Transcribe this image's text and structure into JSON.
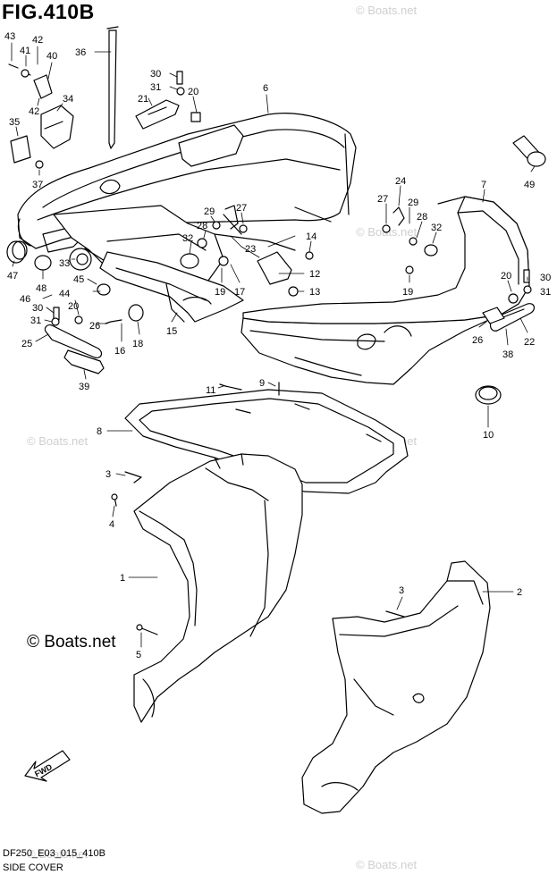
{
  "figure": {
    "title": "FIG.410B",
    "code": "DF250_E03_015_410B",
    "subtitle": "SIDE COVER"
  },
  "watermark": {
    "text": "© Boats.net",
    "main_text": "© Boats.net"
  },
  "fwd_label": "FWD",
  "callouts": [
    {
      "id": "c43",
      "label": "43"
    },
    {
      "id": "c42a",
      "label": "42"
    },
    {
      "id": "c41",
      "label": "41"
    },
    {
      "id": "c40",
      "label": "40"
    },
    {
      "id": "c36",
      "label": "36"
    },
    {
      "id": "c42b",
      "label": "42"
    },
    {
      "id": "c34",
      "label": "34"
    },
    {
      "id": "c35",
      "label": "35"
    },
    {
      "id": "c37",
      "label": "37"
    },
    {
      "id": "c30a",
      "label": "30"
    },
    {
      "id": "c31a",
      "label": "31"
    },
    {
      "id": "c20a",
      "label": "20"
    },
    {
      "id": "c21",
      "label": "21"
    },
    {
      "id": "c6",
      "label": "6"
    },
    {
      "id": "c49",
      "label": "49"
    },
    {
      "id": "c24",
      "label": "24"
    },
    {
      "id": "c7",
      "label": "7"
    },
    {
      "id": "c27a",
      "label": "27"
    },
    {
      "id": "c29a",
      "label": "29"
    },
    {
      "id": "c28a",
      "label": "28"
    },
    {
      "id": "c32a",
      "label": "32"
    },
    {
      "id": "c29b",
      "label": "29"
    },
    {
      "id": "c27b",
      "label": "27"
    },
    {
      "id": "c28b",
      "label": "28"
    },
    {
      "id": "c32b",
      "label": "32"
    },
    {
      "id": "c23",
      "label": "23"
    },
    {
      "id": "c14",
      "label": "14"
    },
    {
      "id": "c12",
      "label": "12"
    },
    {
      "id": "c13",
      "label": "13"
    },
    {
      "id": "c19a",
      "label": "19"
    },
    {
      "id": "c17",
      "label": "17"
    },
    {
      "id": "c19b",
      "label": "19"
    },
    {
      "id": "c20b",
      "label": "20"
    },
    {
      "id": "c30b",
      "label": "30"
    },
    {
      "id": "c31b",
      "label": "31"
    },
    {
      "id": "c47",
      "label": "47"
    },
    {
      "id": "c33",
      "label": "33"
    },
    {
      "id": "c48",
      "label": "48"
    },
    {
      "id": "c45",
      "label": "45"
    },
    {
      "id": "c44",
      "label": "44"
    },
    {
      "id": "c46",
      "label": "46"
    },
    {
      "id": "c20c",
      "label": "20"
    },
    {
      "id": "c30c",
      "label": "30"
    },
    {
      "id": "c31c",
      "label": "31"
    },
    {
      "id": "c26a",
      "label": "26"
    },
    {
      "id": "c16",
      "label": "16"
    },
    {
      "id": "c18",
      "label": "18"
    },
    {
      "id": "c15",
      "label": "15"
    },
    {
      "id": "c25",
      "label": "25"
    },
    {
      "id": "c39",
      "label": "39"
    },
    {
      "id": "c26b",
      "label": "26"
    },
    {
      "id": "c22",
      "label": "22"
    },
    {
      "id": "c38",
      "label": "38"
    },
    {
      "id": "c11",
      "label": "11"
    },
    {
      "id": "c9",
      "label": "9"
    },
    {
      "id": "c8",
      "label": "8"
    },
    {
      "id": "c10",
      "label": "10"
    },
    {
      "id": "c3a",
      "label": "3"
    },
    {
      "id": "c4",
      "label": "4"
    },
    {
      "id": "c1",
      "label": "1"
    },
    {
      "id": "c3b",
      "label": "3"
    },
    {
      "id": "c2",
      "label": "2"
    },
    {
      "id": "c5",
      "label": "5"
    }
  ]
}
